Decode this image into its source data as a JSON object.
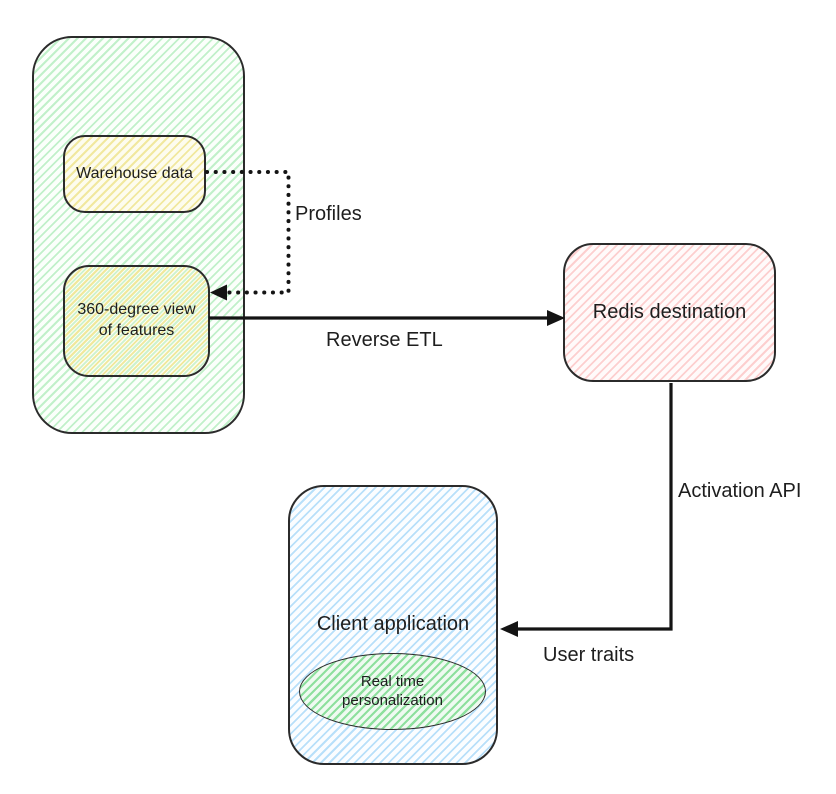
{
  "diagram": {
    "nodes": {
      "feature_store_group": {
        "label": "",
        "fill": "#b2f2bb"
      },
      "warehouse": {
        "label": "Warehouse data",
        "fill": "#ffec99"
      },
      "view360": {
        "label": "360-degree view of features",
        "fill": "#eee48c"
      },
      "redis": {
        "label": "Redis destination",
        "fill": "#ffc9c9"
      },
      "client": {
        "label": "Client application",
        "fill": "#a5d8ff"
      },
      "personalization": {
        "label": "Real time personalization",
        "fill": "#69db7c"
      }
    },
    "edges": {
      "profiles": {
        "label": "Profiles",
        "style": "dotted",
        "from": "Warehouse data",
        "to": "360-degree view of features"
      },
      "reverse_etl": {
        "label": "Reverse ETL",
        "style": "solid",
        "from": "360-degree view of features",
        "to": "Redis destination"
      },
      "redis_to_client": {
        "labels": [
          "Activation API",
          "User traits"
        ],
        "style": "solid",
        "from": "Redis destination",
        "to": "Client application"
      }
    },
    "colors": {
      "background": "#ffffff",
      "stroke": "#2b2b2b",
      "arrow": "#141414",
      "text": "#1e1e1e"
    }
  }
}
